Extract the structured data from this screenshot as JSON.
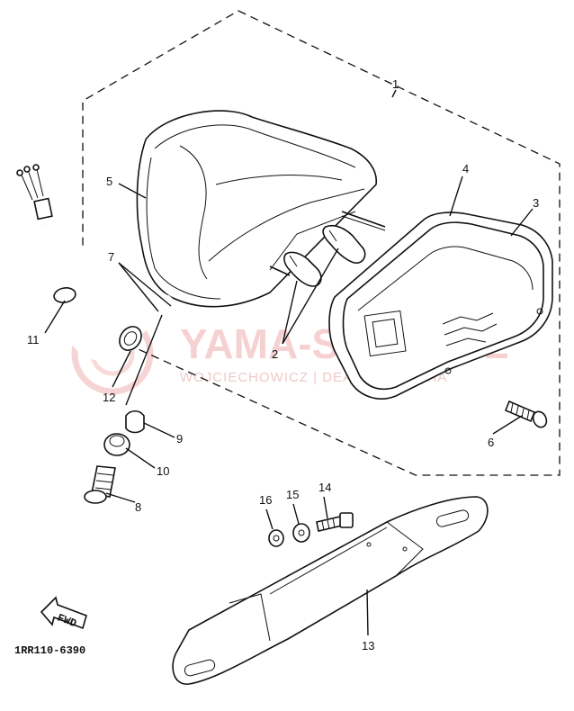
{
  "watermark": {
    "brand": "YAMA-SKLEP.PL",
    "tagline": "WOJCIECHOWICZ | DEALER YAMAHA"
  },
  "diagram_code": "1RR110-6390",
  "fwd_label": "FWD",
  "callouts": {
    "c1": "1",
    "c2": "2",
    "c3": "3",
    "c4": "4",
    "c5": "5",
    "c6": "6",
    "c7": "7",
    "c8": "8",
    "c9": "9",
    "c10": "10",
    "c11": "11",
    "c12": "12",
    "c13": "13",
    "c14": "14",
    "c15": "15",
    "c16": "16"
  },
  "colors": {
    "line": "#111111",
    "watermark": "#f3c2c2"
  }
}
